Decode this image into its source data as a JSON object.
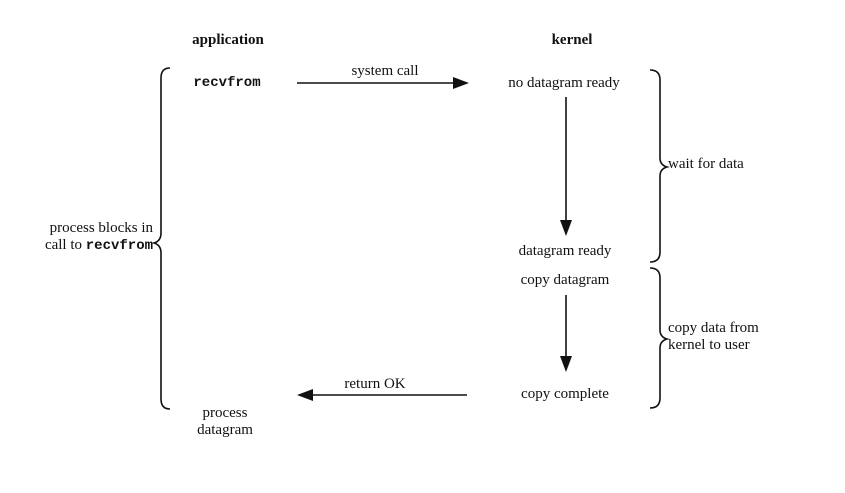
{
  "headings": {
    "application": "application",
    "kernel": "kernel"
  },
  "application": {
    "call": "recvfrom",
    "process_line1": "process",
    "process_line2": "datagram"
  },
  "kernel": {
    "no_datagram_ready": "no datagram ready",
    "datagram_ready": "datagram ready",
    "copy_datagram": "copy datagram",
    "copy_complete": "copy complete"
  },
  "arrows": {
    "system_call": "system call",
    "return_ok": "return OK"
  },
  "brackets": {
    "process_blocks_prefix": "process blocks in",
    "process_blocks_call_to": "call to ",
    "process_blocks_fn": "recvfrom",
    "wait_for_data": "wait for data",
    "copy_data_line1": "copy data from",
    "copy_data_line2": "kernel to user"
  },
  "colors": {
    "ink": "#111111",
    "background": "#ffffff"
  }
}
